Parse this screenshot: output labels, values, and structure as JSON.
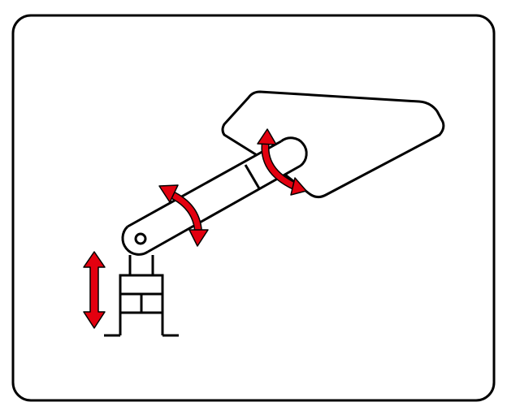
{
  "colors": {
    "background": "#ffffff",
    "stroke": "#000000",
    "arrow": "#e3000f"
  },
  "diagram": {
    "components": [
      "frame",
      "vertical-slide-base",
      "lower-arm",
      "wrist-link",
      "end-effector-plate"
    ],
    "motion_indicators": [
      {
        "name": "vertical-lift-arrow",
        "motion": "linear"
      },
      {
        "name": "elbow-rotation-arrow",
        "motion": "rotary"
      },
      {
        "name": "wrist-rotation-arrow",
        "motion": "rotary"
      }
    ]
  }
}
